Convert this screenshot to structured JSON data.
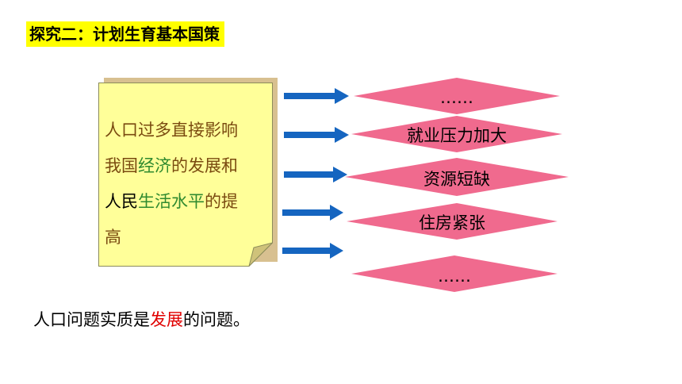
{
  "title": "探究二：计划生育基本国策",
  "note": {
    "line1": "人口过多直接影响",
    "line2_a": "我国",
    "line2_b": "经济",
    "line2_c": "的发展和",
    "line3_a": "人民",
    "line3_b": "生活水平",
    "line3_c": "的提",
    "line4": "高"
  },
  "effects": [
    "……",
    "就业压力加大",
    "资源短缺",
    "住房紧张",
    "……"
  ],
  "conclusion": {
    "before": "人口问题实质是",
    "highlight": "发展",
    "after": "的问题。"
  },
  "colors": {
    "title_bg": "#ffff00",
    "note_bg": "#ffff99",
    "diamond": "#f06a8e",
    "arrow": "#1565c0",
    "highlight": "#e00000"
  }
}
